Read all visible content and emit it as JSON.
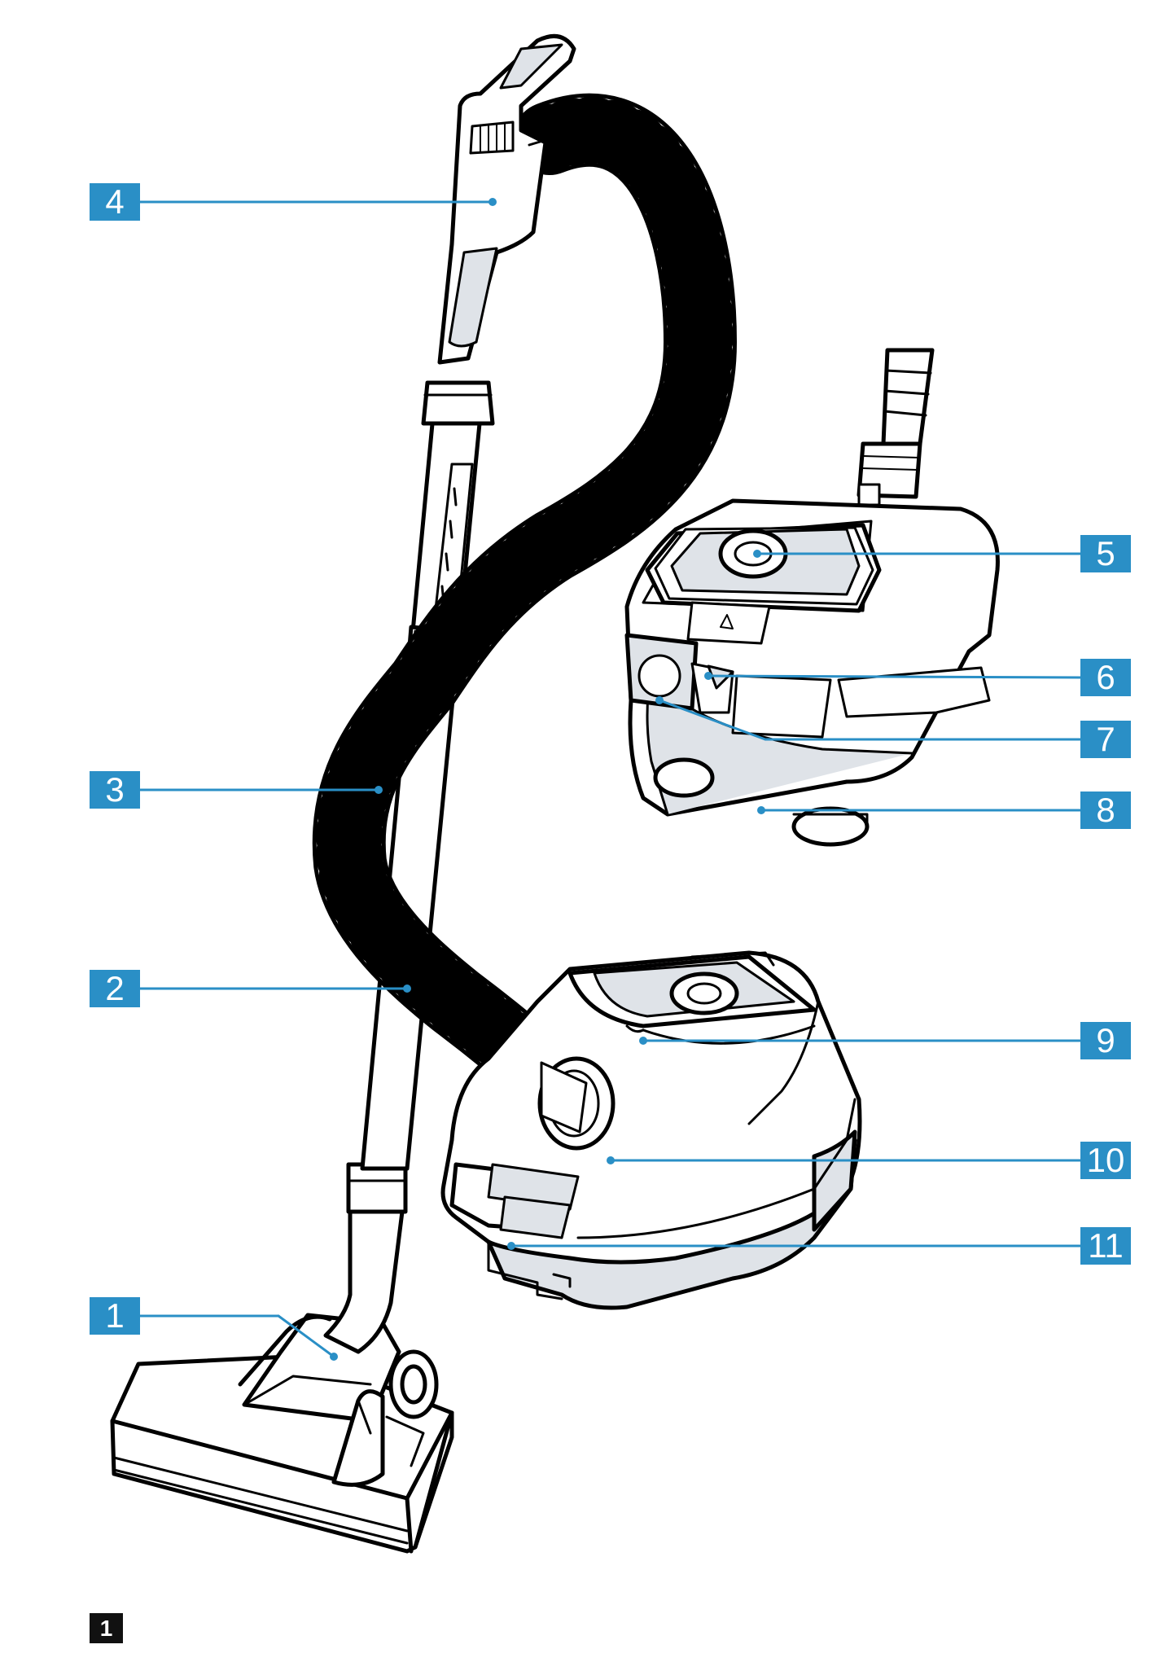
{
  "diagram": {
    "callouts": [
      {
        "label": "1"
      },
      {
        "label": "2"
      },
      {
        "label": "3"
      },
      {
        "label": "4"
      },
      {
        "label": "5"
      },
      {
        "label": "6"
      },
      {
        "label": "7"
      },
      {
        "label": "8"
      },
      {
        "label": "9"
      },
      {
        "label": "10"
      },
      {
        "label": "11"
      }
    ],
    "figure_label": "1"
  },
  "colors": {
    "callout": "#2a8fc6",
    "figure_badge": "#111111",
    "body_fill": "#dfe3e8",
    "outline": "#000000"
  }
}
